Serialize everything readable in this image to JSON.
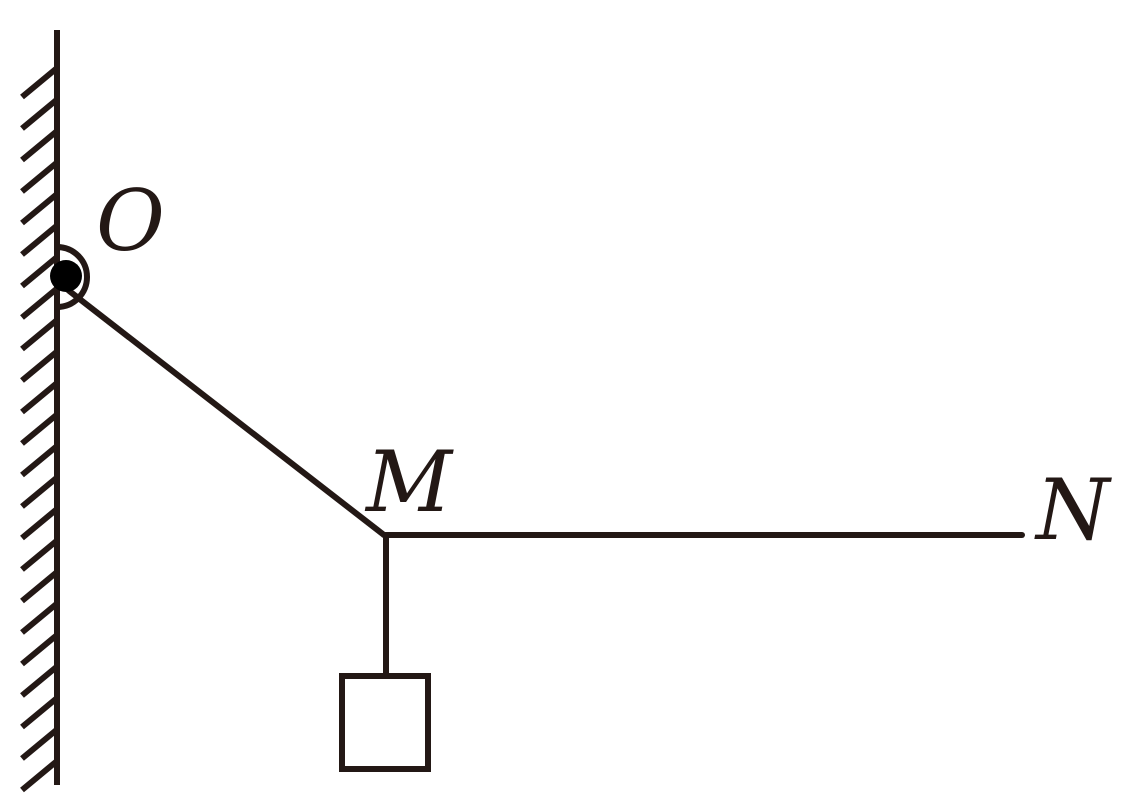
{
  "diagram": {
    "labels": {
      "pivot": "O",
      "joint": "M",
      "end": "N"
    },
    "colors": {
      "ink": "#231815",
      "pivot_fill": "#000000",
      "background": "#ffffff"
    }
  }
}
